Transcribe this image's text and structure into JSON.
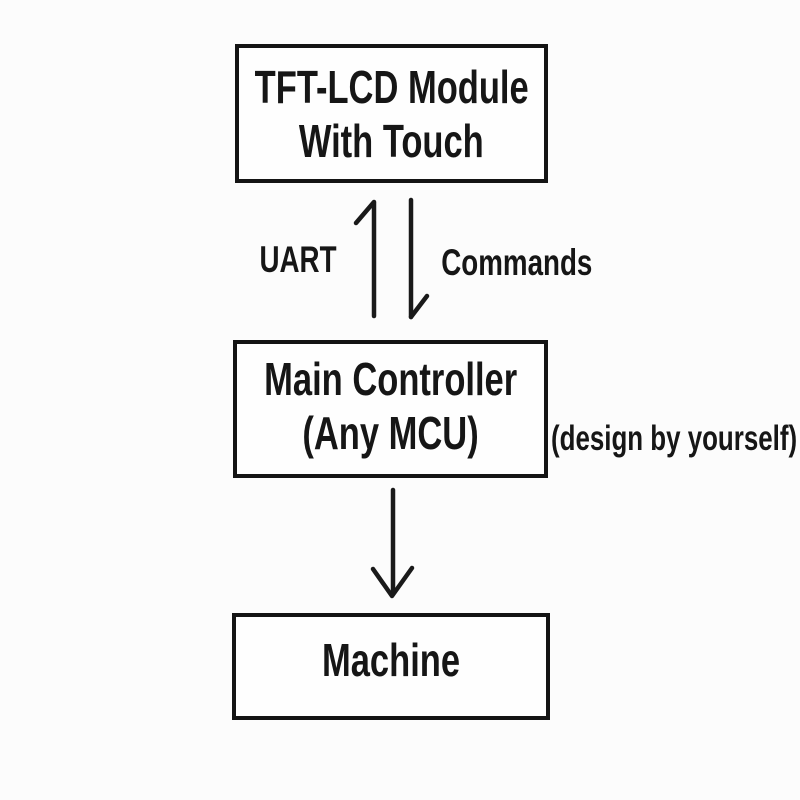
{
  "colors": {
    "ink": "#1a1a1a",
    "background": "#fcfcfc",
    "box_fill": "#fefefe"
  },
  "nodes": {
    "tft": {
      "line1": "TFT-LCD Module",
      "line2": "With Touch"
    },
    "mcu": {
      "line1": "Main Controller",
      "line2": "(Any MCU)"
    },
    "machine": {
      "line1": "Machine"
    }
  },
  "edges": {
    "uart_label": "UART",
    "commands_label": "Commands"
  },
  "notes": {
    "design_note": "(design by yourself)"
  }
}
